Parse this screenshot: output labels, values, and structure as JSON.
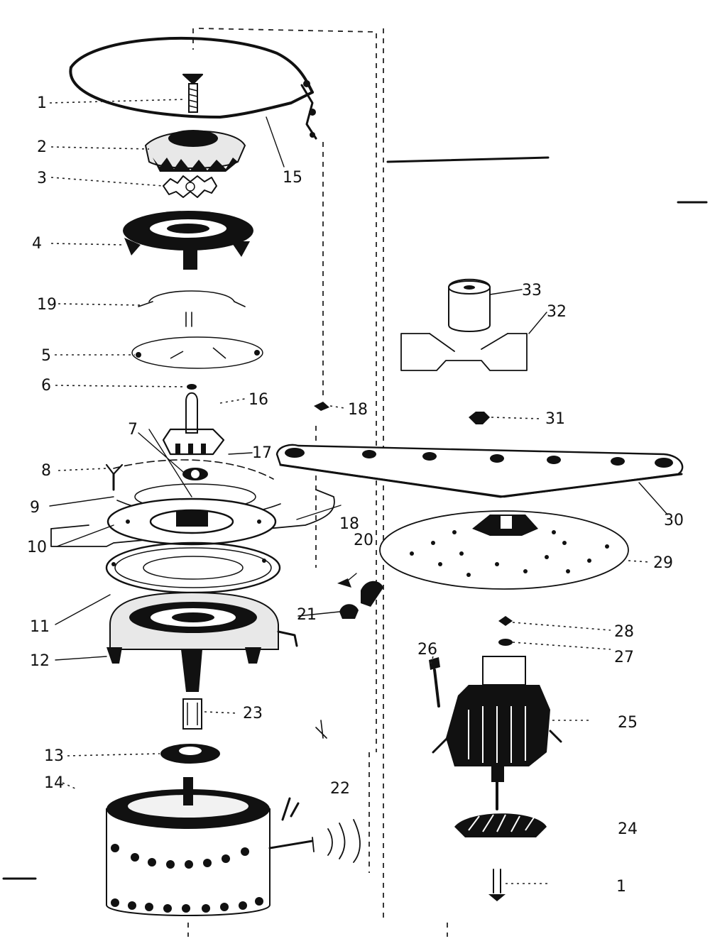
{
  "diagram": {
    "part_labels": [
      {
        "id": "label-1-top",
        "text": "1"
      },
      {
        "id": "label-2",
        "text": "2"
      },
      {
        "id": "label-3",
        "text": "3"
      },
      {
        "id": "label-4",
        "text": "4"
      },
      {
        "id": "label-19",
        "text": "19"
      },
      {
        "id": "label-5",
        "text": "5"
      },
      {
        "id": "label-6",
        "text": "6"
      },
      {
        "id": "label-16",
        "text": "16"
      },
      {
        "id": "label-7",
        "text": "7"
      },
      {
        "id": "label-17",
        "text": "17"
      },
      {
        "id": "label-8",
        "text": "8"
      },
      {
        "id": "label-9",
        "text": "9"
      },
      {
        "id": "label-10",
        "text": "10"
      },
      {
        "id": "label-18-lower",
        "text": "18"
      },
      {
        "id": "label-11",
        "text": "11"
      },
      {
        "id": "label-12",
        "text": "12"
      },
      {
        "id": "label-23",
        "text": "23"
      },
      {
        "id": "label-13",
        "text": "13"
      },
      {
        "id": "label-14",
        "text": "14"
      },
      {
        "id": "label-22",
        "text": "22"
      },
      {
        "id": "label-15",
        "text": "15"
      },
      {
        "id": "label-18-upper",
        "text": "18"
      },
      {
        "id": "label-20",
        "text": "20"
      },
      {
        "id": "label-21",
        "text": "21"
      },
      {
        "id": "label-33",
        "text": "33"
      },
      {
        "id": "label-32",
        "text": "32"
      },
      {
        "id": "label-31",
        "text": "31"
      },
      {
        "id": "label-30",
        "text": "30"
      },
      {
        "id": "label-29",
        "text": "29"
      },
      {
        "id": "label-28",
        "text": "28"
      },
      {
        "id": "label-27",
        "text": "27"
      },
      {
        "id": "label-26",
        "text": "26"
      },
      {
        "id": "label-25",
        "text": "25"
      },
      {
        "id": "label-24",
        "text": "24"
      },
      {
        "id": "label-1-bottom",
        "text": "1"
      }
    ]
  }
}
